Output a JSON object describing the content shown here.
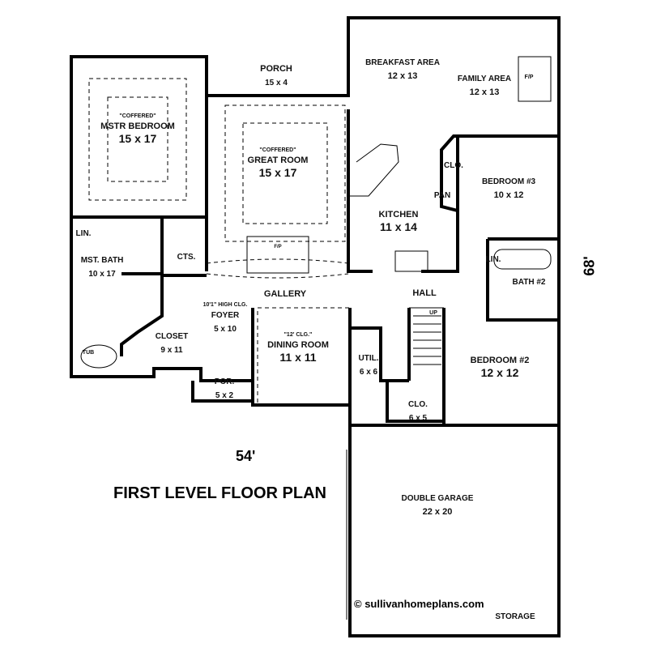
{
  "title": "FIRST LEVEL FLOOR PLAN",
  "width_dimension": "54'",
  "depth_dimension": "68'",
  "copyright": "© sullivanhomeplans.com",
  "rooms": [
    {
      "id": "porch",
      "name": "PORCH",
      "size": "15 x 4"
    },
    {
      "id": "breakfast",
      "name": "BREAKFAST AREA",
      "size": "12 x 13"
    },
    {
      "id": "family",
      "name": "FAMILY AREA",
      "size": "12 x 13"
    },
    {
      "id": "master-bedroom",
      "note": "\"COFFERED\"",
      "name": "MSTR BEDROOM",
      "size": "15 x 17"
    },
    {
      "id": "great-room",
      "note": "\"COFFERED\"",
      "name": "GREAT ROOM",
      "size": "15 x 17"
    },
    {
      "id": "bedroom3",
      "name": "BEDROOM #3",
      "size": "10 x 12"
    },
    {
      "id": "kitchen",
      "name": "KITCHEN",
      "size": "11 x 14"
    },
    {
      "id": "master-bath",
      "name": "MST. BATH",
      "size": "10 x 17"
    },
    {
      "id": "foyer",
      "note": "10'1\" HIGH CLG.",
      "name": "FOYER",
      "size": "5 x 10"
    },
    {
      "id": "dining",
      "note": "\"12' CLG.\"",
      "name": "DINING ROOM",
      "size": "11 x 11"
    },
    {
      "id": "closet",
      "name": "CLOSET",
      "size": "9 x 11"
    },
    {
      "id": "util",
      "name": "UTIL.",
      "size": "6 x 6"
    },
    {
      "id": "bedroom2",
      "name": "BEDROOM #2",
      "size": "12 x 12"
    },
    {
      "id": "por",
      "name": "POR.",
      "size": "5 x 2"
    },
    {
      "id": "clo2",
      "name": "CLO.",
      "size": "6 x 5"
    },
    {
      "id": "garage",
      "name": "DOUBLE GARAGE",
      "size": "22 x 20"
    }
  ],
  "small_labels": {
    "lin1": "LIN.",
    "cts": "CTS.",
    "gallery": "GALLERY",
    "hall": "HALL",
    "clo": "CLO.",
    "pan": "PAN",
    "lin2": "LIN.",
    "bath2": "BATH #2",
    "up": "UP",
    "tub": "TUB",
    "fp1": "F/P",
    "fp2": "F/P",
    "storage": "STORAGE"
  }
}
